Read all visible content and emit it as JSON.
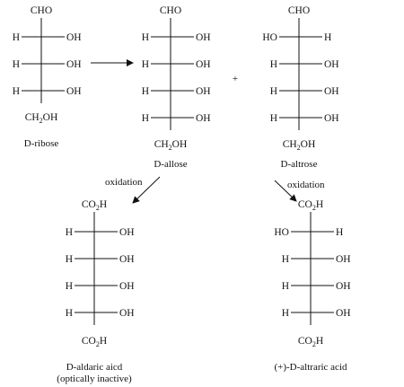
{
  "structures": [
    {
      "id": "d-ribose",
      "top": "CHO",
      "rows": [
        [
          "H",
          "OH"
        ],
        [
          "H",
          "OH"
        ],
        [
          "H",
          "OH"
        ]
      ],
      "bottom": "CH2OH",
      "caption": [
        "D-ribose"
      ]
    },
    {
      "id": "d-allose",
      "top": "CHO",
      "rows": [
        [
          "H",
          "OH"
        ],
        [
          "H",
          "OH"
        ],
        [
          "H",
          "OH"
        ],
        [
          "H",
          "OH"
        ]
      ],
      "bottom": "CH2OH",
      "caption": [
        "D-allose"
      ]
    },
    {
      "id": "d-altrose",
      "top": "CHO",
      "rows": [
        [
          "HO",
          "H"
        ],
        [
          "H",
          "OH"
        ],
        [
          "H",
          "OH"
        ],
        [
          "H",
          "OH"
        ]
      ],
      "bottom": "CH2OH",
      "caption": [
        "D-altrose"
      ]
    },
    {
      "id": "d-aldaric-acid",
      "top": "CO2H",
      "rows": [
        [
          "H",
          "OH"
        ],
        [
          "H",
          "OH"
        ],
        [
          "H",
          "OH"
        ],
        [
          "H",
          "OH"
        ]
      ],
      "bottom": "CO2H",
      "caption": [
        "D-aldaric aicd",
        "(optically inactive)"
      ]
    },
    {
      "id": "d-altraric-acid",
      "top": "CO2H",
      "rows": [
        [
          "HO",
          "H"
        ],
        [
          "H",
          "OH"
        ],
        [
          "H",
          "OH"
        ],
        [
          "H",
          "OH"
        ]
      ],
      "bottom": "CO2H",
      "caption": [
        "(+)-D-altraric acid"
      ]
    }
  ],
  "plus_sign": "+",
  "arrows": [
    {
      "id": "chain-extension-arrow",
      "label": ""
    },
    {
      "id": "oxidation-arrow-allose",
      "label": "oxidation"
    },
    {
      "id": "oxidation-arrow-altrose",
      "label": "oxidation"
    }
  ]
}
